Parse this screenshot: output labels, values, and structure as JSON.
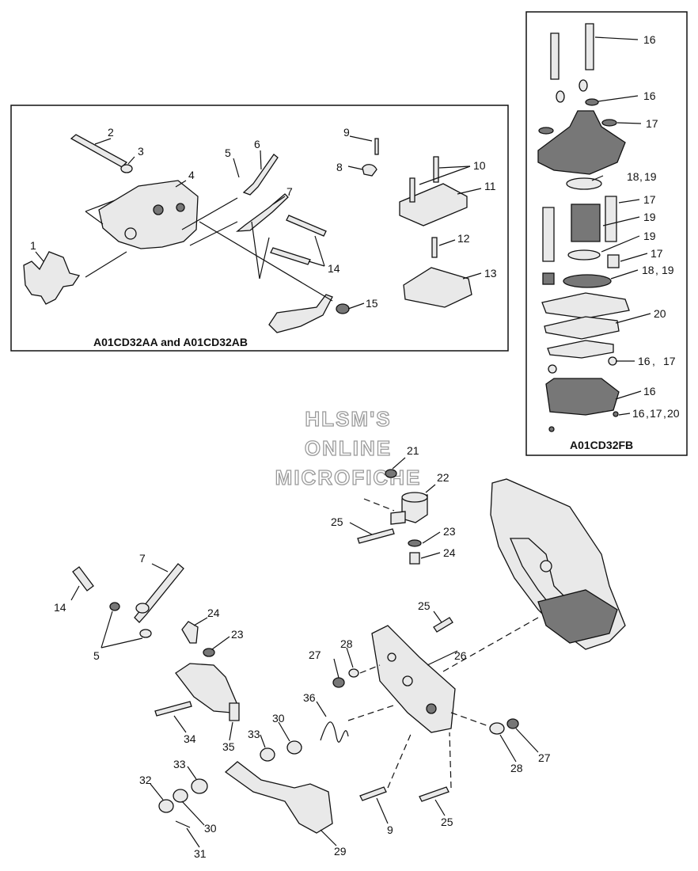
{
  "watermark": {
    "line1": "HLSM'S",
    "line2": "ONLINE",
    "line3": "MICROFICHE"
  },
  "inset_left": {
    "caption": "A01CD32AA and A01CD32AB"
  },
  "inset_right": {
    "caption": "A01CD32FB"
  },
  "callouts": {
    "c1": "1",
    "c2": "2",
    "c3": "3",
    "c4": "4",
    "c5a": "5",
    "c6": "6",
    "c7a": "7",
    "c8": "8",
    "c9a": "9",
    "c10": "10",
    "c11": "11",
    "c12": "12",
    "c13": "13",
    "c14a": "14",
    "c15": "15",
    "r16a": "16",
    "r16b": "16",
    "r17a": "17",
    "r1819a": "18",
    "r19a": "19",
    "r17b": "17",
    "r19b": "19",
    "r19c": "19",
    "r17c": "17",
    "r1819b": "18",
    "r19d": "19",
    "r20": "20",
    "r1617": "16",
    "r17d": "17",
    "r16c": "16",
    "r161720": "16",
    "r17e": "17",
    "r20b": "20",
    "c21": "21",
    "c22": "22",
    "c23a": "23",
    "c24a": "24",
    "c25a": "25",
    "c7b": "7",
    "c14b": "14",
    "c5b": "5",
    "c24b": "24",
    "c23b": "23",
    "c25b": "25",
    "c28a": "28",
    "c27a": "27",
    "c26": "26",
    "c36": "36",
    "c34": "34",
    "c35": "35",
    "c33a": "33",
    "c30a": "30",
    "c28b": "28",
    "c27b": "27",
    "c33b": "33",
    "c32": "32",
    "c30b": "30",
    "c31": "31",
    "c29": "29",
    "c9b": "9",
    "c25c": "25"
  }
}
